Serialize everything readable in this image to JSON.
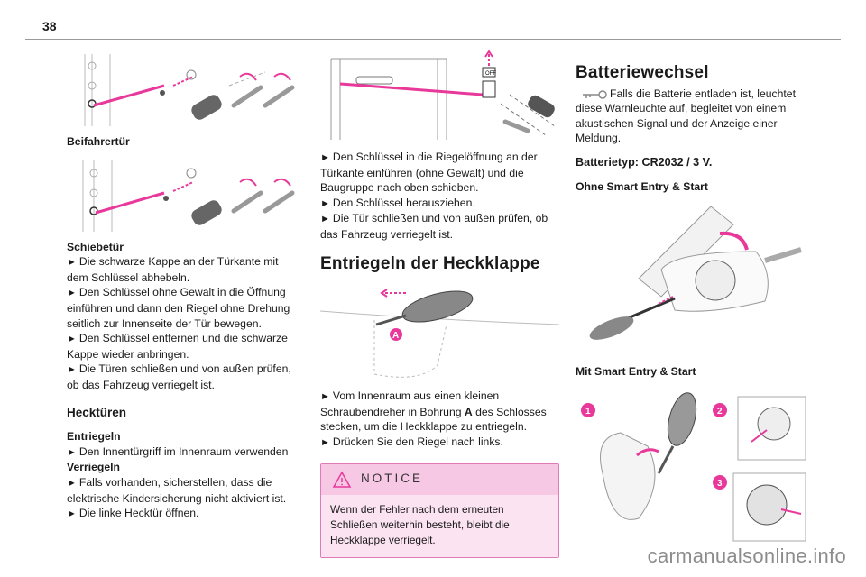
{
  "page": {
    "number": "38",
    "watermark": "carmanualsonline.info"
  },
  "col1": {
    "fig1_labels": [],
    "beifahrer_title": "Beifahrertür",
    "schiebe_title": "Schiebetür",
    "schiebe_steps": [
      "Die schwarze Kappe an der Türkante mit dem Schlüssel abhebeln.",
      "Den Schlüssel ohne Gewalt in die Öffnung einführen und dann den Riegel ohne Drehung seitlich zur Innenseite der Tür bewegen.",
      "Den Schlüssel entfernen und die schwarze Kappe wieder anbringen.",
      "Die Türen schließen und von außen prüfen, ob das Fahrzeug verriegelt ist."
    ],
    "heck_title": "Hecktüren",
    "entriegeln_label": "Entriegeln",
    "entriegeln_step": "Den Innentürgriff im Innenraum verwenden",
    "verriegeln_label": "Verriegeln",
    "verriegeln_steps": [
      "Falls vorhanden, sicherstellen, dass die elektrische Kindersicherung nicht aktiviert ist.",
      "Die linke Hecktür öffnen."
    ]
  },
  "col2": {
    "fig_off_label": "OFF",
    "steps1": [
      "Den Schlüssel in die Riegelöffnung an der Türkante einführen (ohne Gewalt) und die Baugruppe nach oben schieben.",
      "Den Schlüssel herausziehen.",
      "Die Tür schließen und von außen prüfen, ob das Fahrzeug verriegelt ist."
    ],
    "heckklappe_title": "Entriegeln der Heckklappe",
    "fig_label_a": "A",
    "step2_pre": "Vom Innenraum aus einen kleinen Schraubendreher in Bohrung ",
    "step2_bold": "A",
    "step2_post": " des Schlosses stecken, um die Heckklappe zu entriegeln.",
    "step3": "Drücken Sie den Riegel nach links.",
    "notice_title": "NOTICE",
    "notice_text": "Wenn der Fehler nach dem erneuten Schließen weiterhin besteht, bleibt die Heckklappe verriegelt."
  },
  "col3": {
    "title": "Batteriewechsel",
    "intro": "Falls die Batterie entladen ist, leuchtet diese Warnleuchte auf, begleitet von einem akustischen Signal und der Anzeige einer Meldung.",
    "battery_type": "Batterietyp: CR2032 / 3 V.",
    "ohne_title": "Ohne Smart Entry & Start",
    "mit_title": "Mit Smart Entry & Start",
    "steps_badges": [
      "1",
      "2",
      "3"
    ]
  },
  "colors": {
    "accent": "#e8399b",
    "notice_bg": "#fbe3f1",
    "notice_head": "#f7c8e4"
  },
  "icons": [
    "door-lock-figure",
    "rear-door-figure",
    "screwdriver-figure",
    "key-battery-figure",
    "warning-triangle-icon",
    "key-warning-icon"
  ]
}
